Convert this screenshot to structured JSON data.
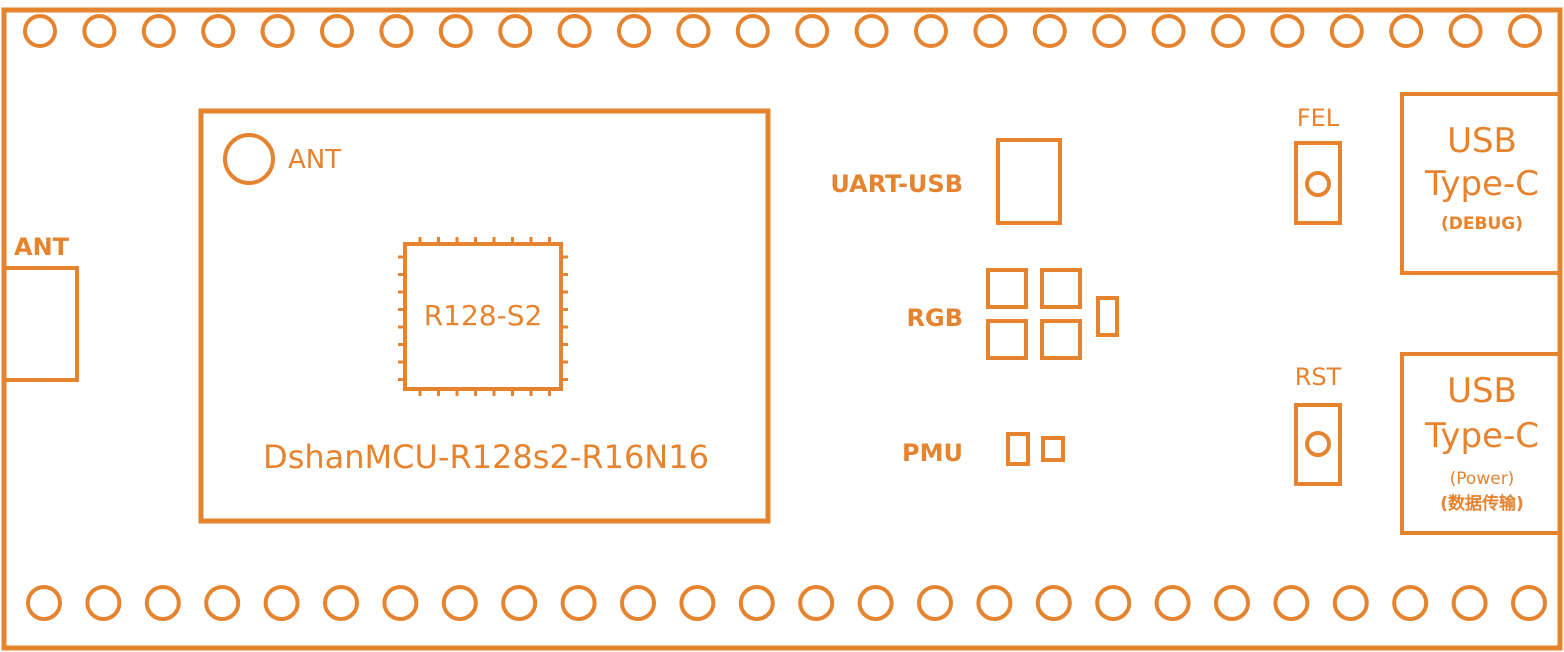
{
  "colors": {
    "accent": "#E5832F",
    "background": "#ffffff"
  },
  "pins": {
    "top_count": 26,
    "bottom_count": 26
  },
  "module": {
    "ant_label": "ANT",
    "chip_label": "R128-S2",
    "name": "DshanMCU-R128s2-R16N16"
  },
  "board": {
    "left_ant_label": "ANT",
    "uart_label": "UART-USB",
    "rgb_label": "RGB",
    "pmu_label": "PMU",
    "fel_label": "FEL",
    "rst_label": "RST"
  },
  "usb_debug": {
    "line1": "USB",
    "line2": "Type-C",
    "line3": "(DEBUG)"
  },
  "usb_power": {
    "line1": "USB",
    "line2": "Type-C",
    "line3": "(Power)",
    "line4": "(数据传输)"
  }
}
